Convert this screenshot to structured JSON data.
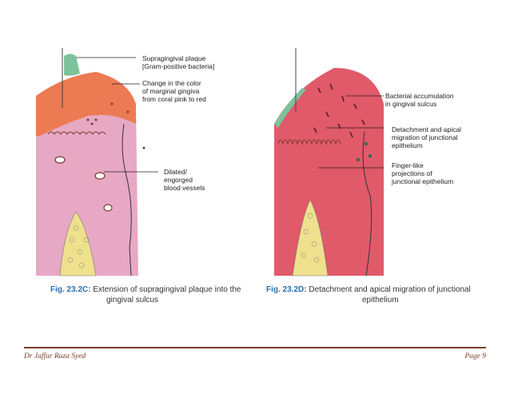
{
  "left_figure": {
    "labels": {
      "supragingival": "Supragingival plaque",
      "supragingival_2": "[Gram-positive bacteria]",
      "color_change": "Change in the color",
      "color_change_2": "of marginal gingiva",
      "color_change_3": "from coral pink to red",
      "dilated": "Dilated/",
      "dilated_2": "engorged",
      "dilated_3": "blood vessels"
    },
    "caption_num": "Fig. 23.2C:",
    "caption_text": " Extension of supragingival plaque into the",
    "caption_line2": "gingival sulcus"
  },
  "right_figure": {
    "labels": {
      "bacterial": "Bacterial accumulation",
      "bacterial_2": "in gingival sulcus",
      "detachment": "Detachment and apical",
      "detachment_2": "migration of junctional",
      "detachment_3": "epithelium",
      "finger": "Finger-like",
      "finger_2": "projections of",
      "finger_3": "junctional epithelium"
    },
    "caption_num": "Fig. 23.2D:",
    "caption_text": " Detachment and apical migration of junctional",
    "caption_line2": "epithelium"
  },
  "footer": {
    "author": "Dr Jaffar Raza Syed",
    "page": "Page 9"
  },
  "colors": {
    "gingiva_pink": "#e7a8c4",
    "inflamed_red": "#e05a6a",
    "plaque_orange": "#ec7a52",
    "plaque_green": "#7dc29a",
    "bone_yellow": "#efe08e",
    "footer_brown": "#7a3b2a"
  }
}
